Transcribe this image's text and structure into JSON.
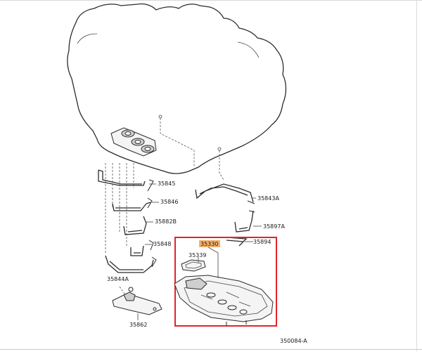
{
  "diagram_number": "350084-A",
  "highlight_color": "#e3232b",
  "label_highlight_fill": "#f3b06a",
  "parts": [
    {
      "id": "35845",
      "label": "35845"
    },
    {
      "id": "35846",
      "label": "35846"
    },
    {
      "id": "35882B",
      "label": "35882B"
    },
    {
      "id": "35848",
      "label": "35848"
    },
    {
      "id": "35844A",
      "label": "35844A"
    },
    {
      "id": "35862",
      "label": "35862"
    },
    {
      "id": "35843A",
      "label": "35843A"
    },
    {
      "id": "35897A",
      "label": "35897A"
    },
    {
      "id": "35894",
      "label": "35894"
    },
    {
      "id": "35339",
      "label": "35339"
    },
    {
      "id": "35330",
      "label": "35330"
    }
  ]
}
